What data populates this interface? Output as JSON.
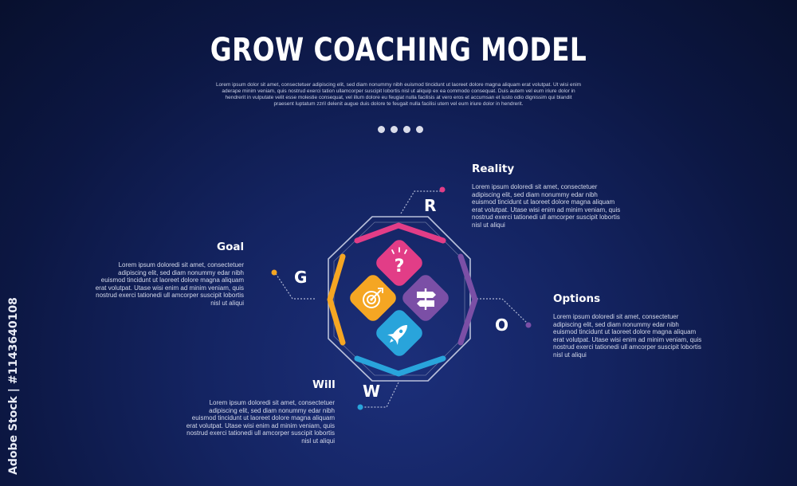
{
  "title": "GROW COACHING MODEL",
  "subtitle": "Lorem ipsum dolor sit amet, consectetuer adipiscing elit, sed diam nonummy nibh euismod tincidunt ut laoreet dolore magna aliquam erat volutpat. Ut wisi enim aderape minim veniam, quis nostrud exerci tation ullamcorper suscipit lobortis nisl ut aliquip ex ea commodo consequat. Duis autem vel eum iriure dolor in hendrerit in vulputate velit esse molestie consequat, vel illum dolore eu feugiat nulla facilisis at vero eros et accumsan et iusto odio dignissim qui blandit praesent luptatum zzril delenit augue duis dolore te feugait nulla facilisi utem vel eum iriure dolor in hendrerit.",
  "stages": {
    "goal": {
      "title": "Goal",
      "letter": "G",
      "color": "#f5a623",
      "body": "Lorem ipsum doloredi sit amet, consectetuer adipiscing elit, sed diam nonummy edar nibh euismod tincidunt ut laoreet dolore magna aliquam erat volutpat. Utase wisi enim ad minim veniam, quis nostrud exerci tationedi ull amcorper suscipit lobortis nisl ut aliqui"
    },
    "reality": {
      "title": "Reality",
      "letter": "R",
      "color": "#e23d87",
      "body": "Lorem ipsum doloredi sit amet, consectetuer adipiscing elit, sed diam nonummy edar nibh euismod tincidunt ut laoreet dolore magna aliquam erat volutpat. Utase wisi enim ad minim veniam, quis nostrud exerci tationedi ull amcorper suscipit lobortis nisl ut aliqui"
    },
    "options": {
      "title": "Options",
      "letter": "O",
      "color": "#7b4fa6",
      "body": "Lorem ipsum doloredi sit amet, consectetuer adipiscing elit, sed diam nonummy edar nibh euismod tincidunt ut laoreet dolore magna aliquam erat volutpat. Utase wisi enim ad minim veniam, quis nostrud exerci tationedi ull amcorper suscipit lobortis nisl ut aliqui"
    },
    "will": {
      "title": "Will",
      "letter": "W",
      "color": "#29a4db",
      "body": "Lorem ipsum doloredi sit amet, consectetuer adipiscing elit, sed diam nonummy edar nibh euismod tincidunt ut laoreet dolore magna aliquam erat volutpat. Utase wisi enim ad minim veniam, quis nostrud exerci tationedi ull amcorper suscipit lobortis nisl ut aliqui"
    }
  },
  "tiles": [
    {
      "icon": "question-bulb-icon",
      "glyph": "?",
      "color": "#e23d87"
    },
    {
      "icon": "target-icon",
      "glyph": "◎",
      "color": "#f5a623"
    },
    {
      "icon": "signpost-icon",
      "glyph": "⇆",
      "color": "#7b4fa6"
    },
    {
      "icon": "rocket-icon",
      "glyph": "🚀",
      "color": "#29a4db"
    }
  ],
  "watermark": "Adobe Stock | #1143640108",
  "background_color": "#142462",
  "pagination_dots": 4
}
